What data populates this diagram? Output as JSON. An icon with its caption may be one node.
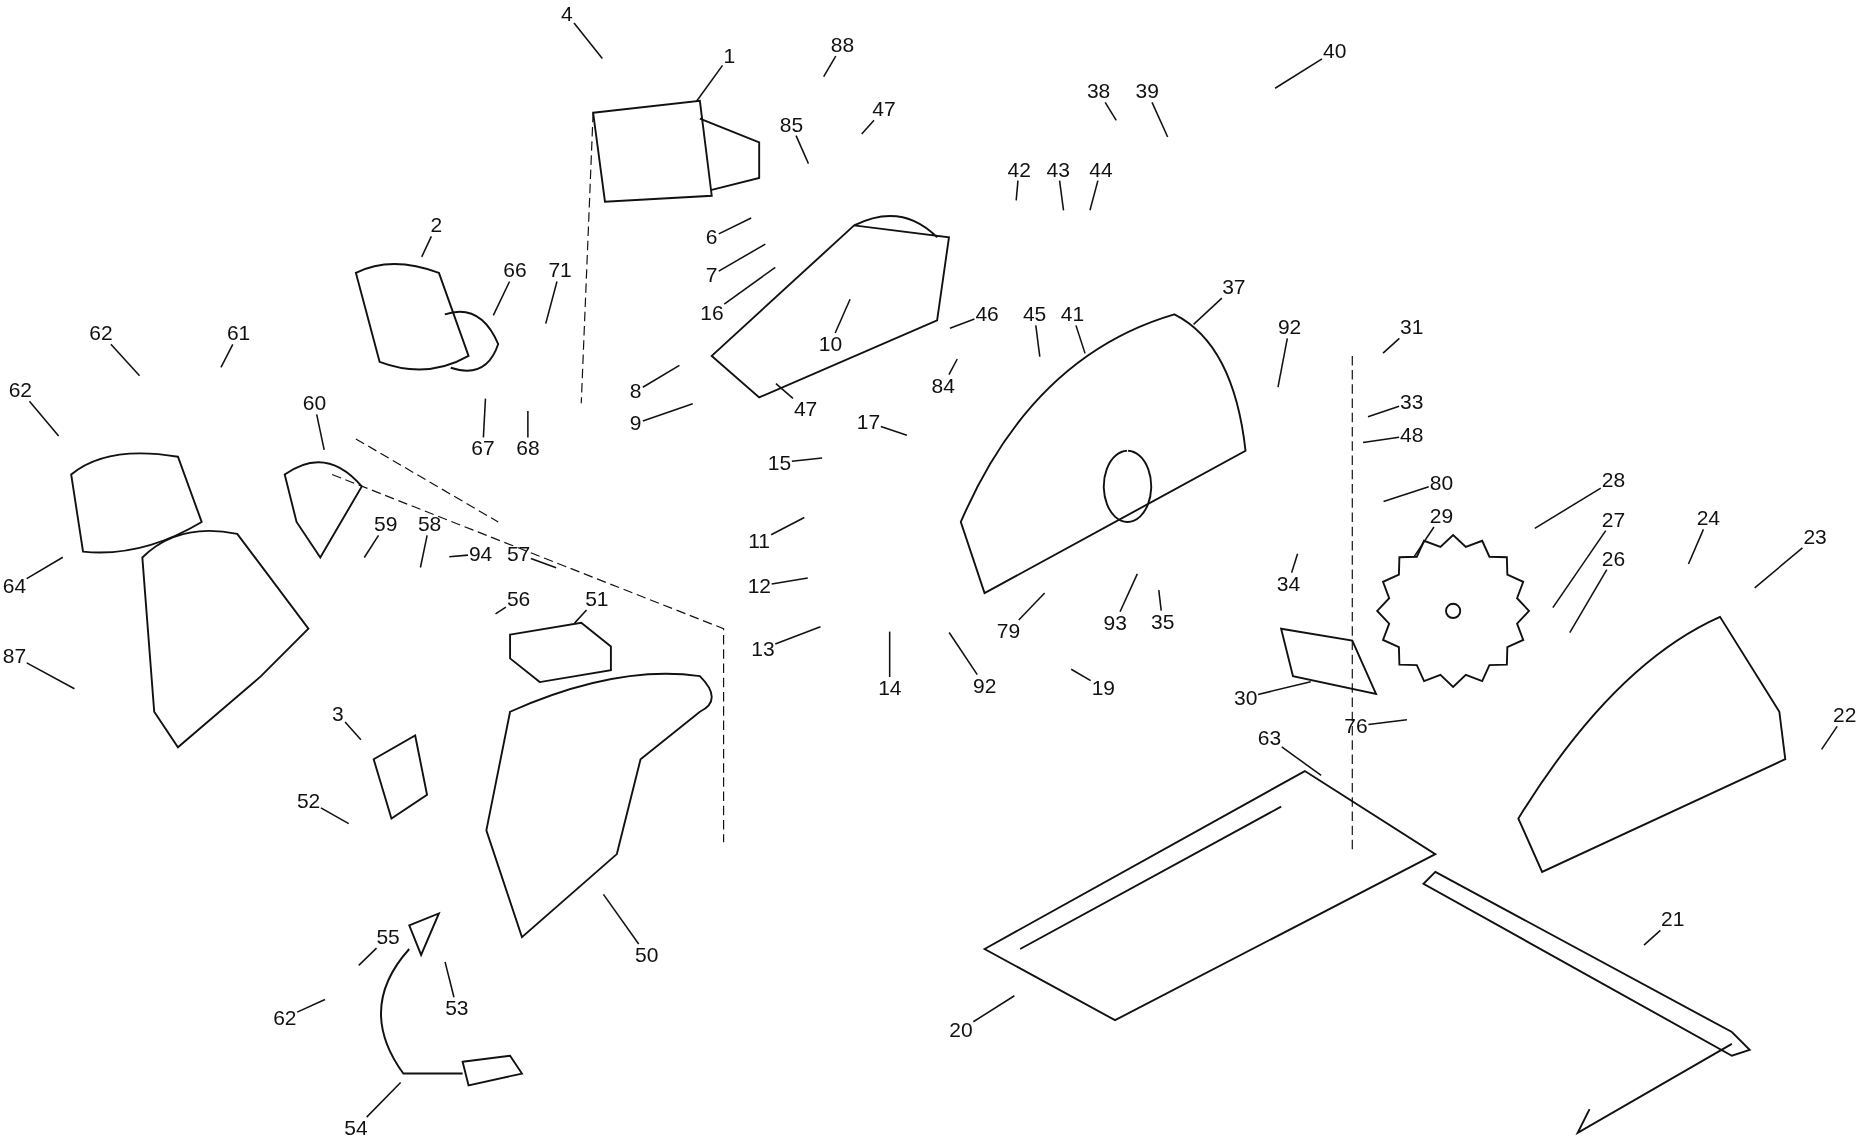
{
  "diagram": {
    "nodes": [
      {
        "text": [
          "4"
        ]
      },
      {
        "text": [
          "1"
        ]
      },
      {
        "text": [
          "88"
        ]
      },
      {
        "text": [
          "47"
        ]
      },
      {
        "text": [
          "85"
        ]
      },
      {
        "text": [
          "38"
        ]
      },
      {
        "text": [
          "39"
        ]
      },
      {
        "text": [
          "40"
        ]
      },
      {
        "text": [
          "42"
        ]
      },
      {
        "text": [
          "43"
        ]
      },
      {
        "text": [
          "44"
        ]
      },
      {
        "text": [
          "2"
        ]
      },
      {
        "text": [
          "6"
        ]
      },
      {
        "text": [
          "7"
        ]
      },
      {
        "text": [
          "16"
        ]
      },
      {
        "text": [
          "10"
        ]
      },
      {
        "text": [
          "66"
        ]
      },
      {
        "text": [
          "71"
        ]
      },
      {
        "text": [
          "62"
        ]
      },
      {
        "text": [
          "61"
        ]
      },
      {
        "text": [
          "37"
        ]
      },
      {
        "text": [
          "46"
        ]
      },
      {
        "text": [
          "45"
        ]
      },
      {
        "text": [
          "41"
        ]
      },
      {
        "text": [
          "92"
        ]
      },
      {
        "text": [
          "31"
        ]
      },
      {
        "text": [
          "62"
        ]
      },
      {
        "text": [
          "60"
        ]
      },
      {
        "text": [
          "8"
        ]
      },
      {
        "text": [
          "84"
        ]
      },
      {
        "text": [
          "33"
        ]
      },
      {
        "text": [
          "9"
        ]
      },
      {
        "text": [
          "47"
        ]
      },
      {
        "text": [
          "17"
        ]
      },
      {
        "text": [
          "48"
        ]
      },
      {
        "text": [
          "67"
        ]
      },
      {
        "text": [
          "68"
        ]
      },
      {
        "text": [
          "15"
        ]
      },
      {
        "text": [
          "80"
        ]
      },
      {
        "text": [
          "28"
        ]
      },
      {
        "text": [
          "29"
        ]
      },
      {
        "text": [
          "27"
        ]
      },
      {
        "text": [
          "24"
        ]
      },
      {
        "text": [
          "59"
        ]
      },
      {
        "text": [
          "58"
        ]
      },
      {
        "text": [
          "11"
        ]
      },
      {
        "text": [
          "94"
        ]
      },
      {
        "text": [
          "57"
        ]
      },
      {
        "text": [
          "26"
        ]
      },
      {
        "text": [
          "23"
        ]
      },
      {
        "text": [
          "64"
        ]
      },
      {
        "text": [
          "34"
        ]
      },
      {
        "text": [
          "12"
        ]
      },
      {
        "text": [
          "56"
        ]
      },
      {
        "text": [
          "51"
        ]
      },
      {
        "text": [
          "93"
        ]
      },
      {
        "text": [
          "35"
        ]
      },
      {
        "text": [
          "79"
        ]
      },
      {
        "text": [
          "13"
        ]
      },
      {
        "text": [
          "87"
        ]
      },
      {
        "text": [
          "14"
        ]
      },
      {
        "text": [
          "92"
        ]
      },
      {
        "text": [
          "19"
        ]
      },
      {
        "text": [
          "30"
        ]
      },
      {
        "text": [
          "3"
        ]
      },
      {
        "text": [
          "22"
        ]
      },
      {
        "text": [
          "76"
        ]
      },
      {
        "text": [
          "63"
        ]
      },
      {
        "text": [
          "52"
        ]
      },
      {
        "text": [
          "21"
        ]
      },
      {
        "text": [
          "55"
        ]
      },
      {
        "text": [
          "50"
        ]
      },
      {
        "text": [
          "53"
        ]
      },
      {
        "text": [
          "62"
        ]
      },
      {
        "text": [
          "20"
        ]
      },
      {
        "text": [
          "54"
        ]
      }
    ],
    "edges": [
      {
        "from": 0,
        "to": null,
        "arrow": "none"
      },
      {
        "from": 1,
        "to": null,
        "arrow": "none"
      },
      {
        "from": 2,
        "to": null,
        "arrow": "none"
      },
      {
        "from": 3,
        "to": null,
        "arrow": "none"
      },
      {
        "from": 4,
        "to": null,
        "arrow": "none"
      },
      {
        "from": 5,
        "to": null,
        "arrow": "none"
      },
      {
        "from": 6,
        "to": null,
        "arrow": "none"
      },
      {
        "from": 7,
        "to": null,
        "arrow": "none"
      },
      {
        "from": 8,
        "to": null,
        "arrow": "none"
      },
      {
        "from": 9,
        "to": null,
        "arrow": "none"
      },
      {
        "from": 10,
        "to": null,
        "arrow": "none"
      },
      {
        "from": 11,
        "to": null,
        "arrow": "none"
      },
      {
        "from": 12,
        "to": null,
        "arrow": "none"
      },
      {
        "from": 13,
        "to": null,
        "arrow": "none"
      },
      {
        "from": 14,
        "to": null,
        "arrow": "none"
      },
      {
        "from": 15,
        "to": null,
        "arrow": "none"
      },
      {
        "from": 16,
        "to": null,
        "arrow": "none"
      },
      {
        "from": 17,
        "to": null,
        "arrow": "none"
      },
      {
        "from": 18,
        "to": null,
        "arrow": "none"
      },
      {
        "from": 19,
        "to": null,
        "arrow": "none"
      },
      {
        "from": 20,
        "to": null,
        "arrow": "none"
      },
      {
        "from": 21,
        "to": null,
        "arrow": "none"
      },
      {
        "from": 22,
        "to": null,
        "arrow": "none"
      },
      {
        "from": 23,
        "to": null,
        "arrow": "none"
      },
      {
        "from": 24,
        "to": null,
        "arrow": "none"
      },
      {
        "from": 25,
        "to": null,
        "arrow": "none"
      },
      {
        "from": 26,
        "to": null,
        "arrow": "none"
      },
      {
        "from": 27,
        "to": null,
        "arrow": "none"
      },
      {
        "from": 28,
        "to": null,
        "arrow": "none"
      },
      {
        "from": 29,
        "to": null,
        "arrow": "none"
      },
      {
        "from": 30,
        "to": null,
        "arrow": "none"
      },
      {
        "from": 31,
        "to": null,
        "arrow": "none"
      },
      {
        "from": 32,
        "to": null,
        "arrow": "none"
      },
      {
        "from": 33,
        "to": null,
        "arrow": "none"
      },
      {
        "from": 34,
        "to": null,
        "arrow": "none"
      },
      {
        "from": 35,
        "to": null,
        "arrow": "none"
      },
      {
        "from": 36,
        "to": null,
        "arrow": "none"
      },
      {
        "from": 37,
        "to": null,
        "arrow": "none"
      },
      {
        "from": 38,
        "to": null,
        "arrow": "none"
      },
      {
        "from": 39,
        "to": null,
        "arrow": "none"
      },
      {
        "from": 40,
        "to": null,
        "arrow": "none"
      },
      {
        "from": 41,
        "to": null,
        "arrow": "none"
      },
      {
        "from": 42,
        "to": null,
        "arrow": "none"
      },
      {
        "from": 43,
        "to": null,
        "arrow": "none"
      },
      {
        "from": 44,
        "to": null,
        "arrow": "none"
      },
      {
        "from": 45,
        "to": null,
        "arrow": "none"
      },
      {
        "from": 46,
        "to": null,
        "arrow": "none"
      },
      {
        "from": 47,
        "to": null,
        "arrow": "none"
      },
      {
        "from": 48,
        "to": null,
        "arrow": "none"
      },
      {
        "from": 49,
        "to": null,
        "arrow": "none"
      },
      {
        "from": 50,
        "to": null,
        "arrow": "none"
      },
      {
        "from": 51,
        "to": null,
        "arrow": "none"
      },
      {
        "from": 52,
        "to": null,
        "arrow": "none"
      },
      {
        "from": 53,
        "to": null,
        "arrow": "none"
      },
      {
        "from": 54,
        "to": null,
        "arrow": "none"
      },
      {
        "from": 55,
        "to": null,
        "arrow": "none"
      },
      {
        "from": 56,
        "to": null,
        "arrow": "none"
      },
      {
        "from": 57,
        "to": null,
        "arrow": "none"
      },
      {
        "from": 58,
        "to": null,
        "arrow": "none"
      },
      {
        "from": 59,
        "to": null,
        "arrow": "none"
      },
      {
        "from": 60,
        "to": null,
        "arrow": "none"
      },
      {
        "from": 61,
        "to": null,
        "arrow": "none"
      },
      {
        "from": 62,
        "to": null,
        "arrow": "none"
      },
      {
        "from": 63,
        "to": null,
        "arrow": "none"
      },
      {
        "from": 64,
        "to": null,
        "arrow": "none"
      },
      {
        "from": 65,
        "to": null,
        "arrow": "none"
      },
      {
        "from": 66,
        "to": null,
        "arrow": "none"
      },
      {
        "from": 67,
        "to": null,
        "arrow": "none"
      },
      {
        "from": 68,
        "to": null,
        "arrow": "none"
      },
      {
        "from": 69,
        "to": null,
        "arrow": "none"
      },
      {
        "from": 70,
        "to": null,
        "arrow": "none"
      },
      {
        "from": 71,
        "to": null,
        "arrow": "none"
      },
      {
        "from": 72,
        "to": null,
        "arrow": "none"
      },
      {
        "from": 73,
        "to": null,
        "arrow": "none"
      },
      {
        "from": 74,
        "to": null,
        "arrow": "none"
      },
      {
        "from": 75,
        "to": null,
        "arrow": "none"
      }
    ]
  }
}
